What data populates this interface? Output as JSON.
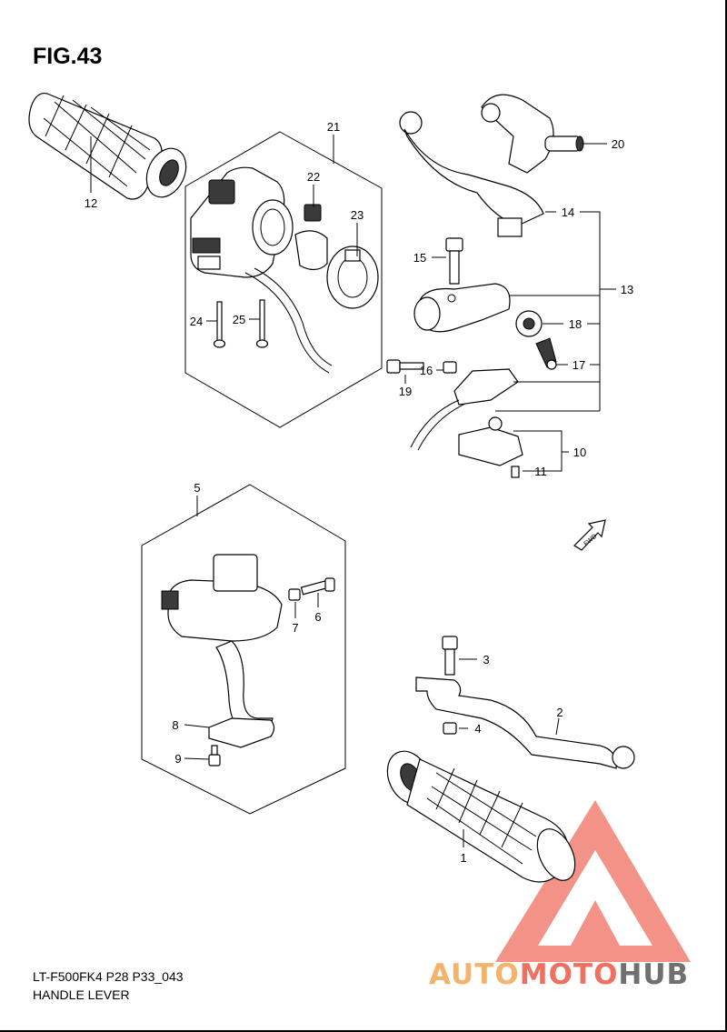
{
  "figure": {
    "title": "FIG.43",
    "code": "LT-F500FK4 P28 P33_043",
    "name": "HANDLE LEVER"
  },
  "watermark": {
    "part1": "AUTO",
    "part2": "MOTO",
    "part3": "HUB",
    "colors": {
      "auto": "#f3b36b",
      "moto": "#f07060",
      "hub": "#707070",
      "triangle": "#f07060"
    }
  },
  "fwd_marker": "FWD",
  "callouts": {
    "c1": "1",
    "c2": "2",
    "c3": "3",
    "c4": "4",
    "c5": "5",
    "c6": "6",
    "c7": "7",
    "c8": "8",
    "c9": "9",
    "c10": "10",
    "c11": "11",
    "c12": "12",
    "c13": "13",
    "c14": "14",
    "c15": "15",
    "c16": "16",
    "c17": "17",
    "c18": "18",
    "c19": "19",
    "c20": "20",
    "c21": "21",
    "c22": "22",
    "c23": "23",
    "c24": "24",
    "c25": "25"
  }
}
